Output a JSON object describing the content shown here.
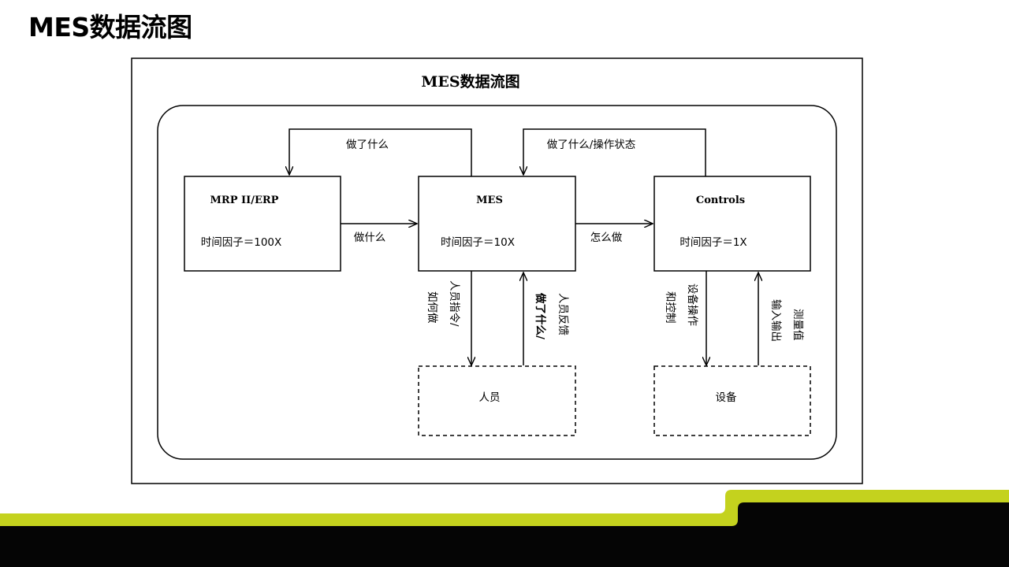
{
  "slide_title": "MES数据流图",
  "diagram": {
    "title": "MES数据流图",
    "boxes": {
      "erp": {
        "label": "MRP II/ERP",
        "factor": "时间因子＝100X"
      },
      "mes": {
        "label": "MES",
        "factor": "时间因子＝10X"
      },
      "controls": {
        "label": "Controls",
        "factor": "时间因子＝1X"
      },
      "personnel": {
        "label": "人员"
      },
      "equipment": {
        "label": "设备"
      }
    },
    "arrows": {
      "mes_to_erp_top": "做了什么",
      "controls_to_mes_top": "做了什么/操作状态",
      "erp_to_mes": "做什么",
      "mes_to_controls": "怎么做",
      "mes_to_personnel_line1": "人员指令/",
      "mes_to_personnel_line2": "如何做",
      "personnel_to_mes_line1": "做了什么/",
      "personnel_to_mes_line2": "人员反馈",
      "controls_to_equipment_line1": "设备操作",
      "controls_to_equipment_line2": "和控制",
      "equipment_to_controls_line1": "输入输出",
      "equipment_to_controls_line2": "测量值"
    }
  },
  "colors": {
    "accent_band": "#c4d21e",
    "footer_dark": "#050505",
    "line": "#000000"
  }
}
